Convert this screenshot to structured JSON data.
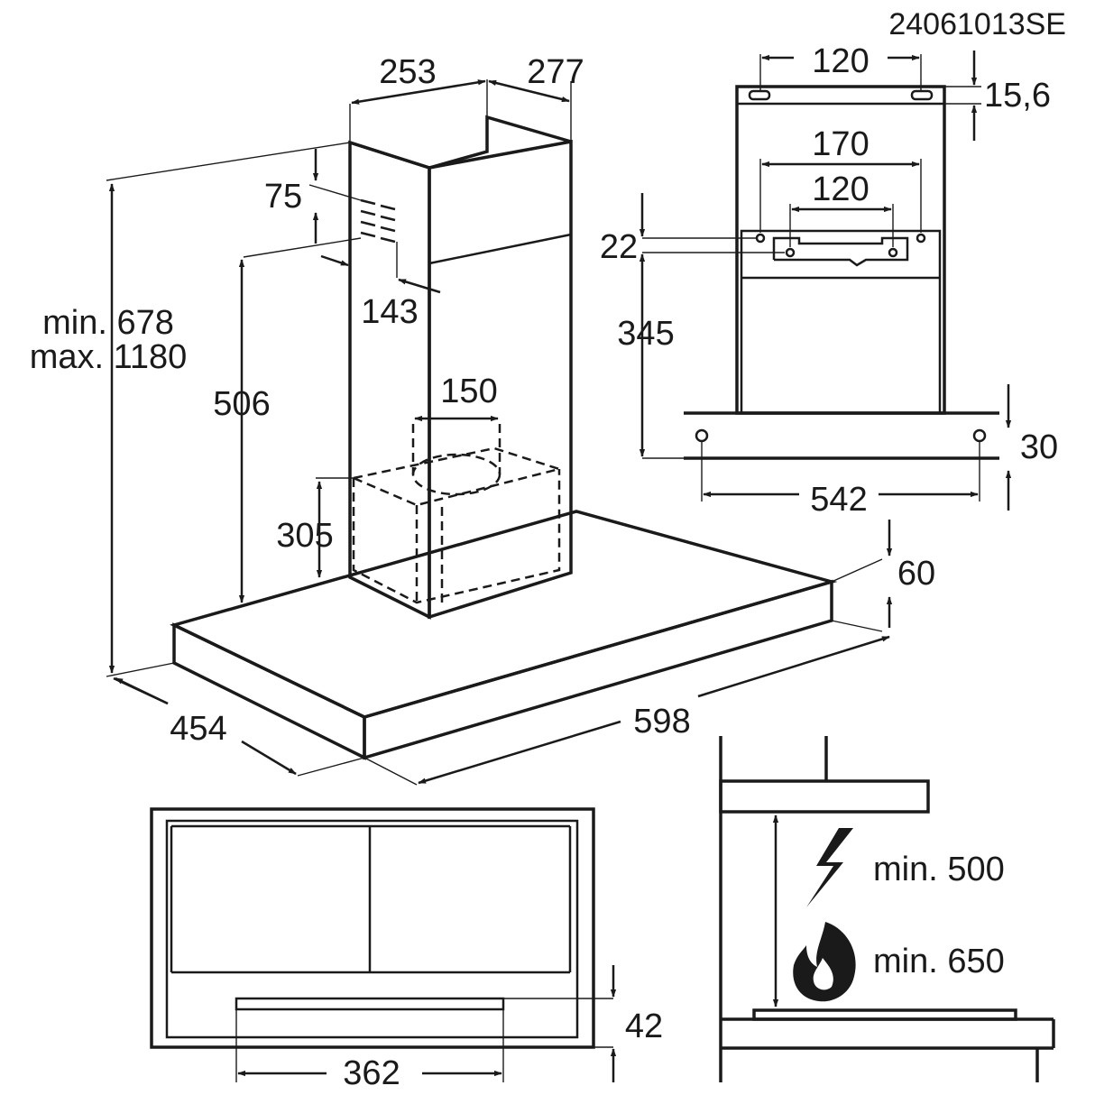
{
  "drawing_code": "24061013SE",
  "main_view": {
    "width": "598",
    "depth": "454",
    "height_range": [
      "min. 678",
      "max. 1180"
    ],
    "chimney_width": "253",
    "chimney_depth": "277",
    "vent_top": "75",
    "vent_offset": "143",
    "chimney_height": "506",
    "outlet_diameter": "150",
    "motor_height": "305",
    "canopy_thickness": "60"
  },
  "bracket_view": {
    "top_hole_spacing": "120",
    "top_offset": "15,6",
    "bracket_outer": "170",
    "bracket_inner": "120",
    "bracket_offset": "22",
    "bracket_height": "345",
    "bottom_offset": "30",
    "bottom_hole_spacing": "542"
  },
  "bottom_view": {
    "filter_width": "362",
    "front_offset": "42"
  },
  "clearance_view": {
    "electric_label": "min. 500",
    "gas_label": "min. 650",
    "electric_icon": "lightning-bolt-icon",
    "gas_icon": "flame-icon"
  },
  "colors": {
    "line": "#1a1a1a",
    "background": "#ffffff"
  }
}
